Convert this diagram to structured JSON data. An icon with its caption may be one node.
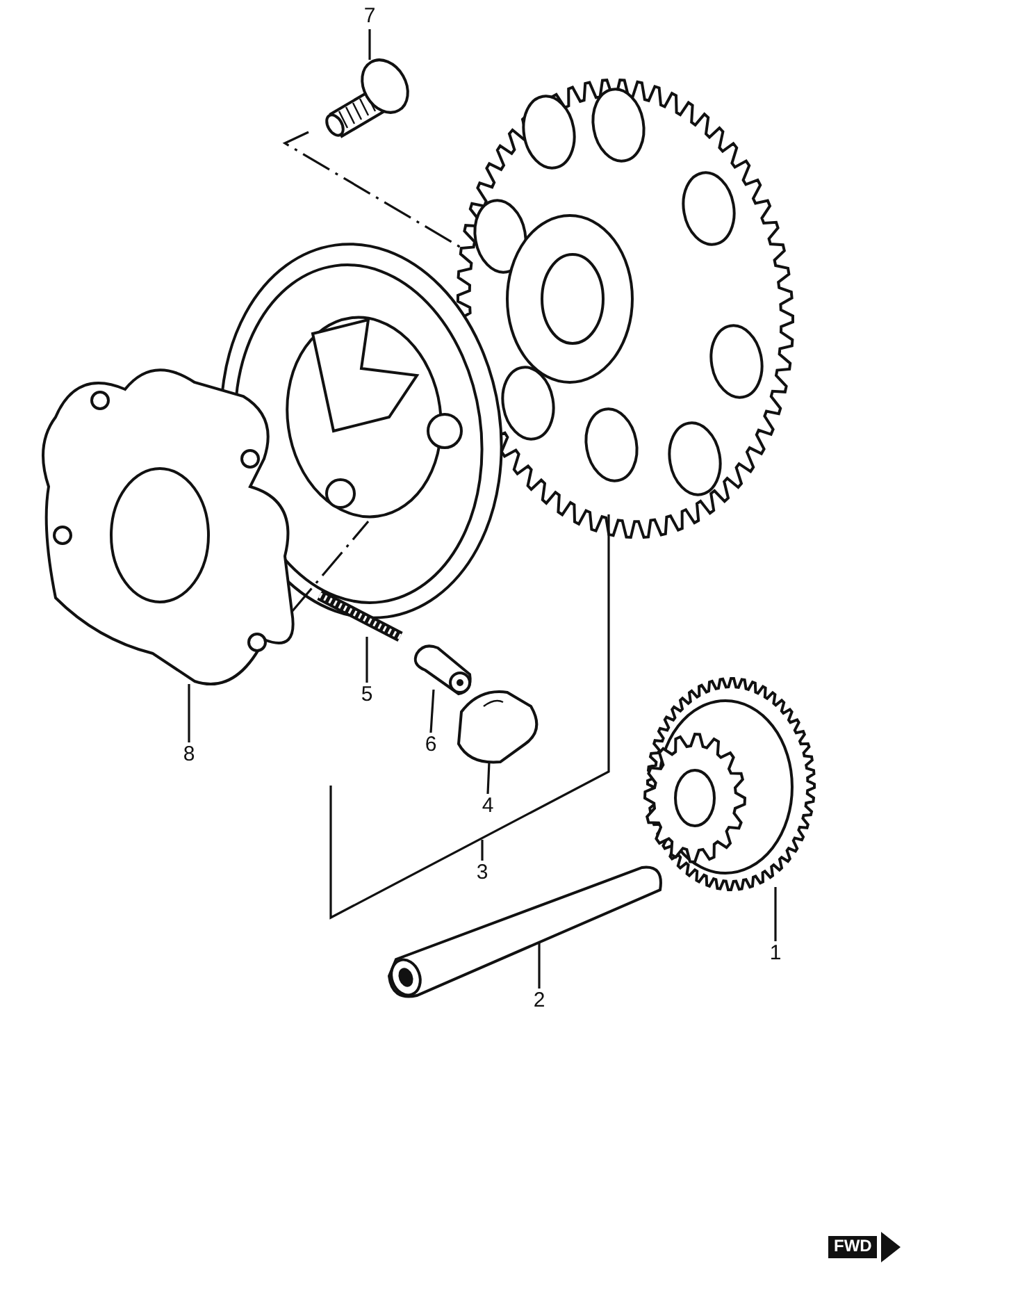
{
  "diagram": {
    "nodes": [
      {
        "text": [
          "7"
        ]
      },
      {
        "text": [],
        "shape": "picture"
      },
      {
        "text": [
          "8"
        ]
      },
      {
        "text": [],
        "shape": "picture"
      },
      {
        "text": [
          "5"
        ]
      },
      {
        "text": [],
        "shape": "picture"
      },
      {
        "text": [
          "6"
        ]
      },
      {
        "text": [],
        "shape": "picture"
      },
      {
        "text": [
          "4"
        ]
      },
      {
        "text": [],
        "shape": "picture"
      },
      {
        "text": [
          "3"
        ]
      },
      {
        "text": [
          "2"
        ]
      },
      {
        "text": [],
        "shape": "picture"
      },
      {
        "text": [
          "1"
        ]
      },
      {
        "text": [],
        "shape": "picture"
      }
    ],
    "edges": [
      {
        "from": 0,
        "to": 1,
        "arrow": "none"
      },
      {
        "from": 2,
        "to": 3,
        "arrow": "none"
      },
      {
        "from": 4,
        "to": 5,
        "arrow": "none"
      },
      {
        "from": 6,
        "to": 7,
        "arrow": "none"
      },
      {
        "from": 8,
        "to": 9,
        "arrow": "none"
      },
      {
        "from": 10,
        "to": null,
        "arrow": "none"
      },
      {
        "from": 11,
        "to": 12,
        "arrow": "none"
      },
      {
        "from": 13,
        "to": 14,
        "arrow": "none"
      }
    ],
    "labels": [
      "FWD"
    ]
  }
}
